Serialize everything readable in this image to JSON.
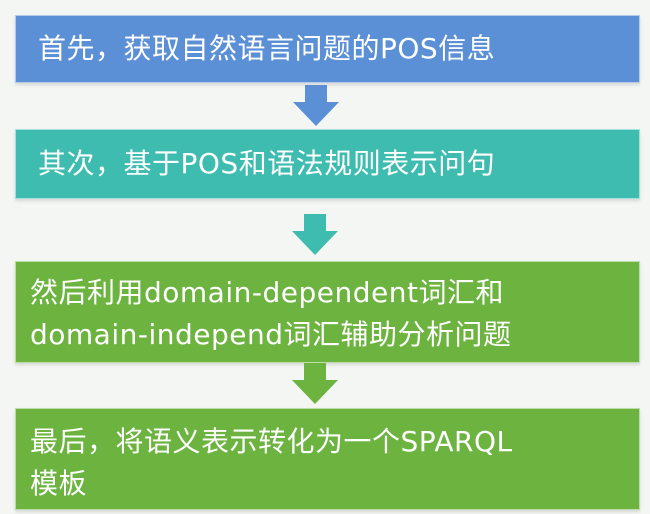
{
  "steps": [
    {
      "text": "首先，获取自然语言问题的POS信息",
      "color": "#5b8fd6"
    },
    {
      "text": "其次，基于POS和语法规则表示问句",
      "color": "#3fbcb0"
    },
    {
      "text": "然后利用domain-dependent词汇和\ndomain-independ词汇辅助分析问题",
      "color": "#6cb33f"
    },
    {
      "text": "最后，将语义表示转化为一个SPARQL\n模板",
      "color": "#6cb33f"
    }
  ],
  "arrows": [
    {
      "color": "#5b8fd6"
    },
    {
      "color": "#3fbcb0"
    },
    {
      "color": "#6cb33f"
    }
  ]
}
